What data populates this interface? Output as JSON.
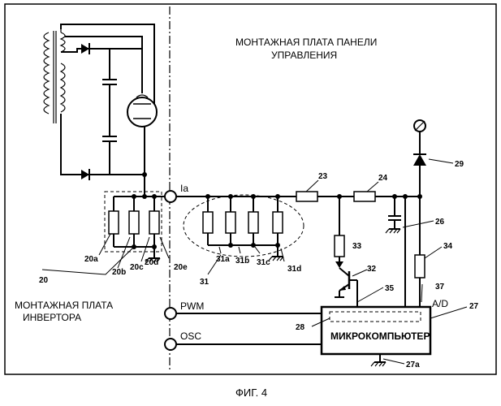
{
  "board_labels": {
    "control_panel_line1": "МОНТАЖНАЯ  ПЛАТА ПАНЕЛИ",
    "control_panel_line2": "УПРАВЛЕНИЯ",
    "inverter_line1": "МОНТАЖНАЯ ПЛАТА",
    "inverter_line2": "ИНВЕРТОРА"
  },
  "terminals": {
    "ia": "Ia",
    "pwm": "PWM",
    "osc": "OSC",
    "ad": "A/D"
  },
  "microcomputer_label": "МИКРОКОМПЬЮТЕР",
  "caption": "ФИГ. 4",
  "ref_numbers": {
    "r20": "20",
    "r20a": "20a",
    "r20b": "20b",
    "r20c": "20c",
    "r20d": "20d",
    "r20e": "20e",
    "r23": "23",
    "r24": "24",
    "r26": "26",
    "r27": "27",
    "r27a": "27a",
    "r28": "28",
    "r29": "29",
    "r31": "31",
    "r31a": "31a",
    "r31b": "31b",
    "r31c": "31c",
    "r31d": "31d",
    "r32": "32",
    "r33": "33",
    "r34": "34",
    "r35": "35",
    "r37": "37"
  }
}
